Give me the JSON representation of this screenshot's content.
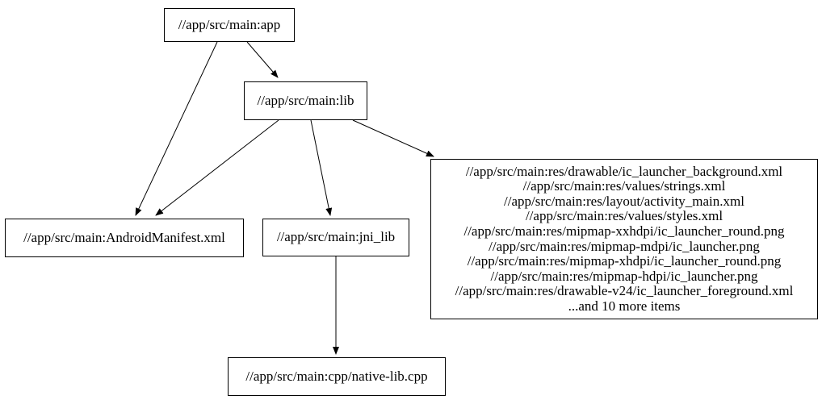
{
  "graph": {
    "type": "dependency-graph",
    "colors": {
      "background": "#ffffff",
      "node_border": "#000000",
      "node_fill": "#ffffff",
      "edge": "#000000",
      "text": "#000000"
    },
    "nodes": {
      "app": {
        "label": "//app/src/main:app"
      },
      "lib": {
        "label": "//app/src/main:lib"
      },
      "manifest": {
        "label": "//app/src/main:AndroidManifest.xml"
      },
      "jni_lib": {
        "label": "//app/src/main:jni_lib"
      },
      "resources": {
        "lines": [
          "//app/src/main:res/drawable/ic_launcher_background.xml",
          "//app/src/main:res/values/strings.xml",
          "//app/src/main:res/layout/activity_main.xml",
          "//app/src/main:res/values/styles.xml",
          "//app/src/main:res/mipmap-xxhdpi/ic_launcher_round.png",
          "//app/src/main:res/mipmap-mdpi/ic_launcher.png",
          "//app/src/main:res/mipmap-xhdpi/ic_launcher_round.png",
          "//app/src/main:res/mipmap-hdpi/ic_launcher.png",
          "//app/src/main:res/drawable-v24/ic_launcher_foreground.xml",
          "...and 10 more items"
        ]
      },
      "native_lib": {
        "label": "//app/src/main:cpp/native-lib.cpp"
      }
    },
    "edges": [
      {
        "from": "app",
        "to": "lib"
      },
      {
        "from": "app",
        "to": "manifest"
      },
      {
        "from": "lib",
        "to": "manifest"
      },
      {
        "from": "lib",
        "to": "jni_lib"
      },
      {
        "from": "lib",
        "to": "resources"
      },
      {
        "from": "jni_lib",
        "to": "native_lib"
      }
    ]
  }
}
